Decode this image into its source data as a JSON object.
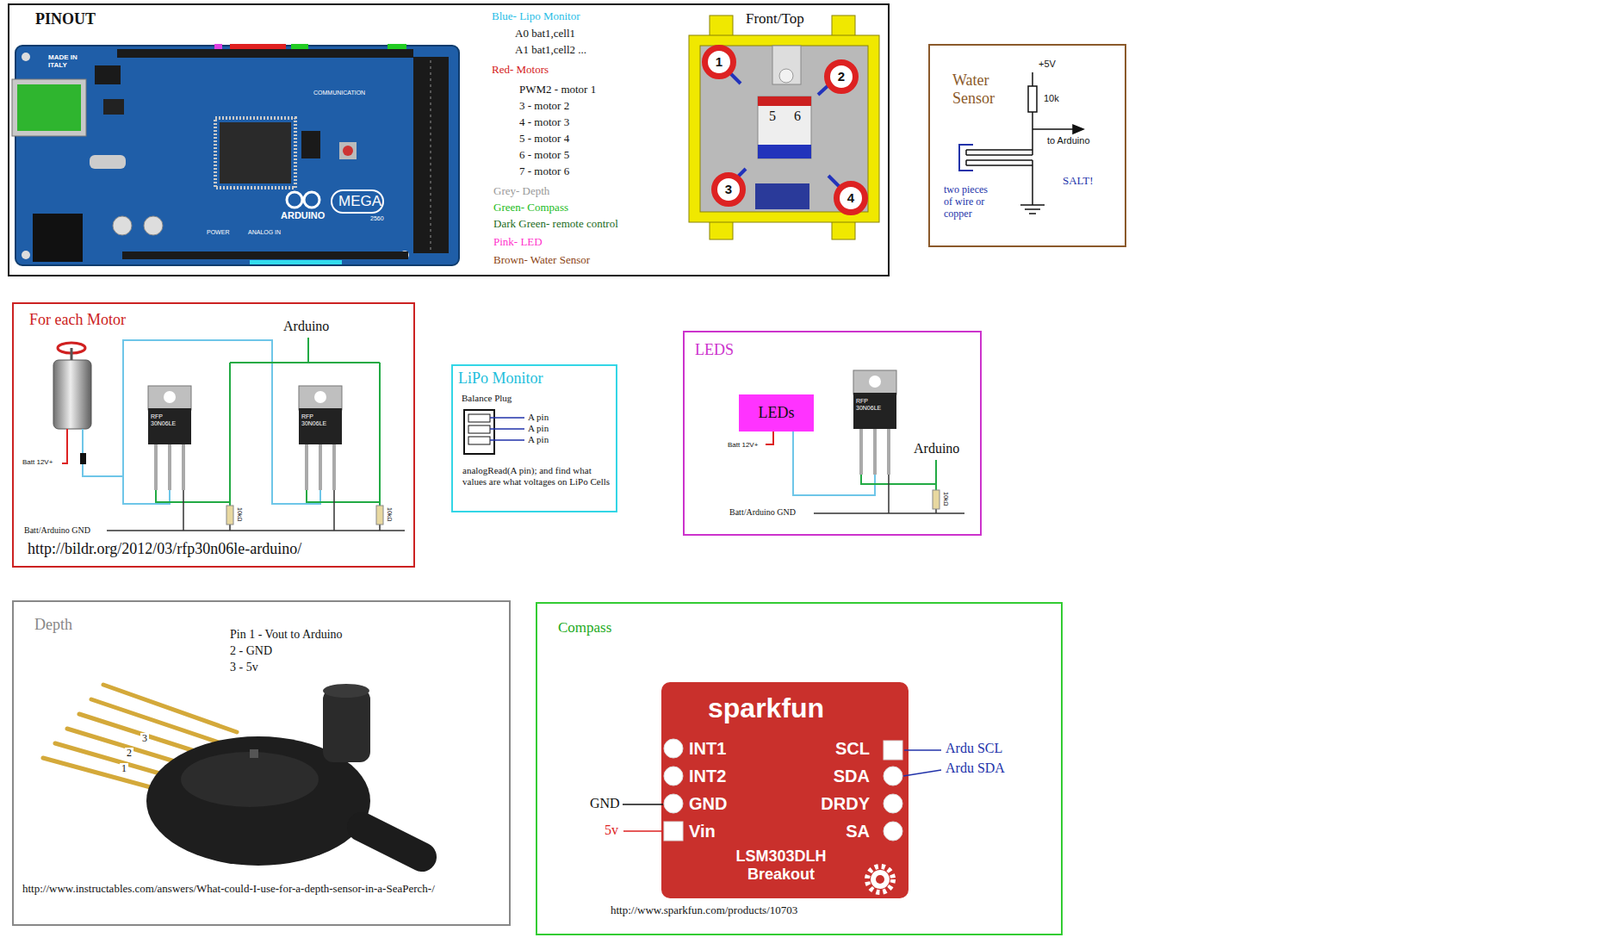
{
  "diagram": {
    "nodes": [
      {
        "text": [
          "PINOUT"
        ]
      },
      {
        "text": [
          "1"
        ],
        "in": 0
      },
      {
        "text": [
          "2"
        ],
        "in": 0
      },
      {
        "text": [
          "3"
        ],
        "in": 0
      },
      {
        "text": [
          "4"
        ],
        "in": 0
      },
      {
        "text": [
          "Water Sensor"
        ]
      },
      {
        "text": [
          "For each Motor"
        ]
      },
      {
        "text": [
          "LiPo Monitor"
        ]
      },
      {
        "text": [
          "LEDS"
        ]
      },
      {
        "text": [
          "LEDs"
        ],
        "in": 8
      },
      {
        "text": [
          "Depth"
        ]
      },
      {
        "text": [
          "Compass"
        ]
      }
    ],
    "labels": [
      "MADE IN ITALY",
      "COMMUNICATION",
      "POWER",
      "ANALOG IN",
      "ARDUINO",
      "MEGA",
      "2560",
      "Blue- Lipo Monitor",
      "A0 bat1,cell1",
      "A1 bat1,cell2 ...",
      "Red- Motors",
      "PWM2 - motor 1",
      "3 - motor 2",
      "4 - motor 3",
      "5 - motor 4",
      "6 - motor 5",
      "7 - motor 6",
      "Grey- Depth",
      "Green- Compass",
      "Dark Green- remote control",
      "Pink- LED",
      "Brown- Water Sensor",
      "Front/Top",
      "5",
      "6",
      "+5V",
      "10k",
      "to Arduino",
      "two pieces of wire or copper",
      "SALT!",
      "Arduino",
      "Batt 12V+",
      "RFP 30N06LE",
      "RFP 30N06LE",
      "10kΩ",
      "10kΩ",
      "Batt/Arduino GND",
      "http://bildr.org/2012/03/rfp30n06le-arduino/",
      "Balance Plug",
      "A pin",
      "A pin",
      "A pin",
      "analogRead(A pin); and find what values are what voltages on LiPo Cells",
      "Batt 12V+",
      "RFP 30N06LE",
      "Arduino",
      "10kΩ",
      "Batt/Arduino GND",
      "Pin 1 - Vout to Arduino",
      "2 - GND",
      "3 - 5v",
      "3",
      "2",
      "1",
      "http://www.instructables.com/answers/What-could-I-use-for-a-depth-sensor-in-a-SeaPerch-/",
      "sparkfun",
      "INT1",
      "INT2",
      "GND",
      "Vin",
      "SCL",
      "SDA",
      "DRDY",
      "SA",
      "LSM303DLH Breakout",
      "GND",
      "5v",
      "Ardu SCL",
      "Ardu SDA",
      "http://www.sparkfun.com/products/10703"
    ]
  }
}
